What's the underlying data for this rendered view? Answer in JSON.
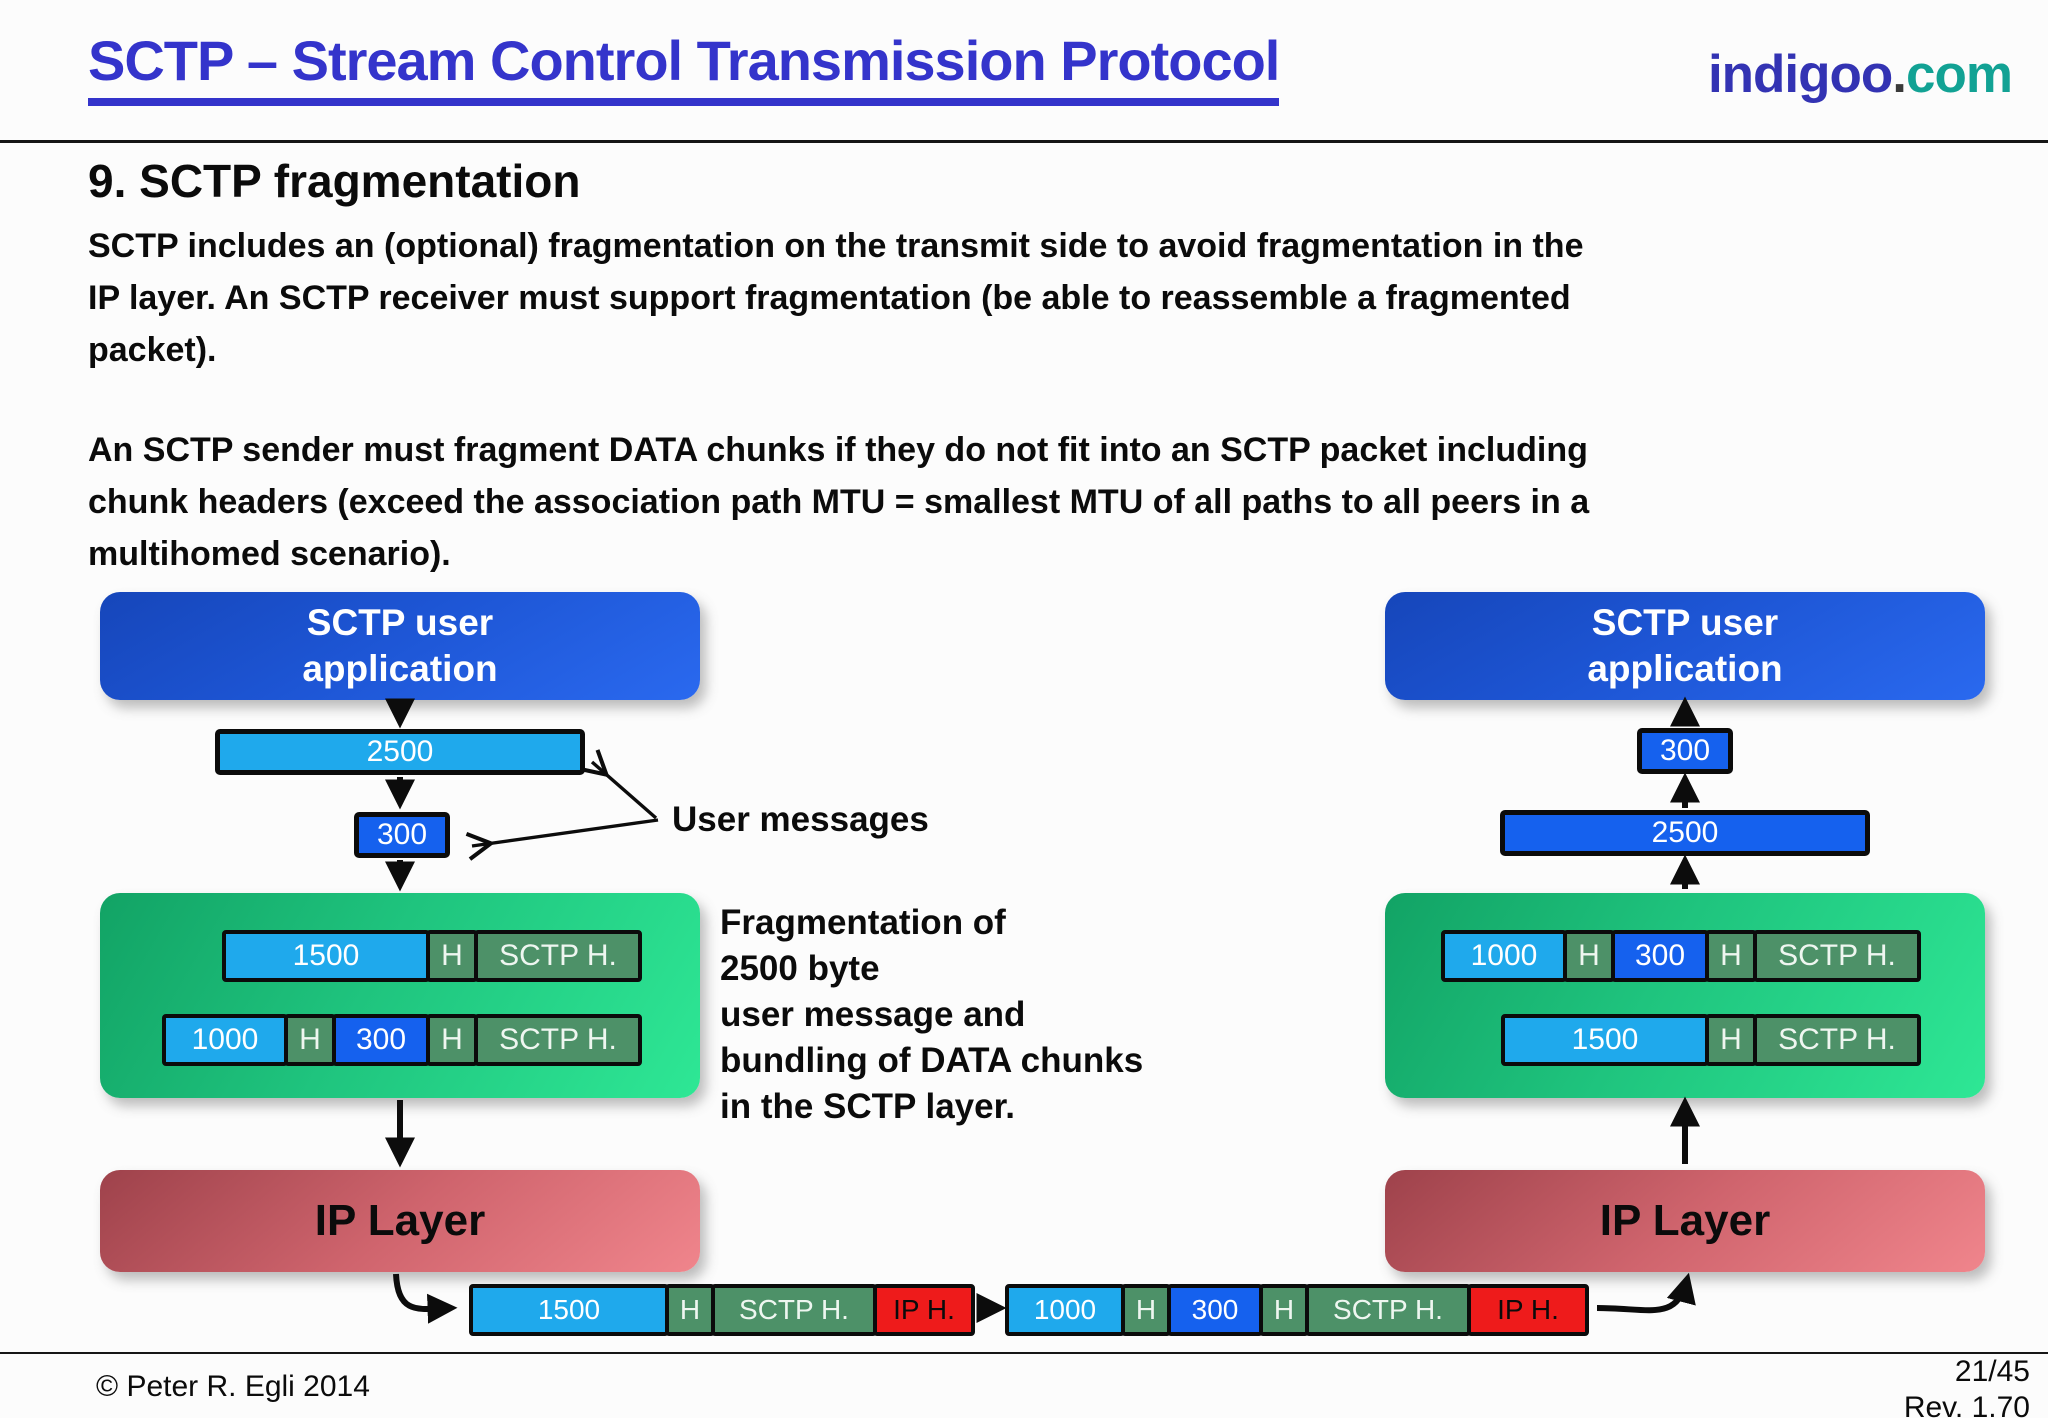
{
  "header": {
    "title": "SCTP – Stream Control Transmission Protocol",
    "logo": {
      "name": "indigoo",
      "dot": ".",
      "tld": "com"
    }
  },
  "content": {
    "heading": "9. SCTP fragmentation",
    "paragraph1": [
      "SCTP includes an (optional) fragmentation on the transmit side to avoid fragmentation in the",
      "IP layer. An SCTP receiver must support fragmentation (be able to reassemble a fragmented",
      "packet)."
    ],
    "paragraph2": [
      "An SCTP sender must fragment DATA chunks if they do not fit into an SCTP packet including",
      "chunk headers (exceed the association path MTU = smallest MTU of all paths to all peers in a",
      "multihomed scenario)."
    ]
  },
  "diagram": {
    "sender": {
      "app_label": [
        "SCTP user",
        "application"
      ],
      "large_message": "2500",
      "small_message": "300",
      "ip_label": "IP Layer",
      "sctp_rows": [
        {
          "segments": [
            {
              "label": "1500"
            },
            {
              "label": "H"
            },
            {
              "label": "SCTP H."
            }
          ]
        },
        {
          "segments": [
            {
              "label": "1000"
            },
            {
              "label": "H"
            },
            {
              "label": "300"
            },
            {
              "label": "H"
            },
            {
              "label": "SCTP H."
            }
          ]
        }
      ]
    },
    "receiver": {
      "app_label": [
        "SCTP user",
        "application"
      ],
      "small_message": "300",
      "large_message": "2500",
      "ip_label": "IP Layer",
      "sctp_rows": [
        {
          "segments": [
            {
              "label": "1000"
            },
            {
              "label": "H"
            },
            {
              "label": "300"
            },
            {
              "label": "H"
            },
            {
              "label": "SCTP H."
            }
          ]
        },
        {
          "segments": [
            {
              "label": "1500"
            },
            {
              "label": "H"
            },
            {
              "label": "SCTP H."
            }
          ]
        }
      ]
    },
    "annotations": {
      "user_messages": "User messages",
      "fragmentation_note": [
        "Fragmentation of",
        "2500 byte",
        "user message and",
        "bundling of DATA chunks",
        "in the SCTP layer."
      ]
    },
    "packets": [
      {
        "segments": [
          {
            "label": "1500"
          },
          {
            "label": "H"
          },
          {
            "label": "SCTP H."
          },
          {
            "label": "IP H."
          }
        ]
      },
      {
        "segments": [
          {
            "label": "1000"
          },
          {
            "label": "H"
          },
          {
            "label": "300"
          },
          {
            "label": "H"
          },
          {
            "label": "SCTP H."
          },
          {
            "label": "IP H."
          }
        ]
      }
    ]
  },
  "footer": {
    "copyright": "© Peter R. Egli 2014",
    "page": "21/45",
    "revision": "Rev. 1.70"
  },
  "colors": {
    "title_blue": "#3434cb",
    "logo_indigo": "#3333b3",
    "logo_teal": "#12a294",
    "app_box_blue": "#1d55d4",
    "message_cyan": "#1fa9ec",
    "message_blue": "#1561ee",
    "sctp_layer_green": "#1fc47e",
    "chunk_header_green": "#4d9168",
    "ip_layer_red": "#cf646d",
    "ip_header_red": "#ee1b1b"
  }
}
